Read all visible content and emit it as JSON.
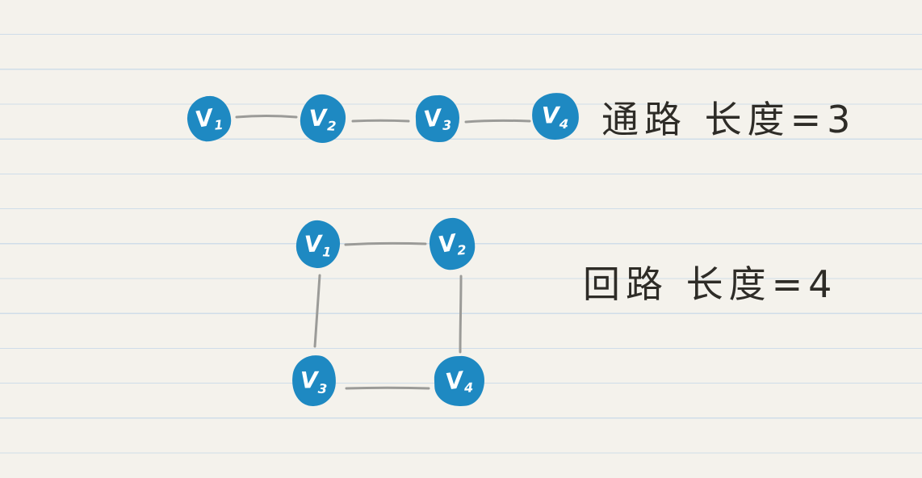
{
  "page": {
    "background_color": "#f4f2ec",
    "rule_line_color": "#cfdde9"
  },
  "colors": {
    "node_fill": "#1e89c2",
    "node_label": "#ffffff",
    "edge": "#9b9b98",
    "handwriting_text": "#2e2c27"
  },
  "path_graph": {
    "caption": "通路 长度=3",
    "nodes": [
      {
        "id": "V1",
        "label": "V",
        "sub": "1"
      },
      {
        "id": "V2",
        "label": "V",
        "sub": "2"
      },
      {
        "id": "V3",
        "label": "V",
        "sub": "3"
      },
      {
        "id": "V4",
        "label": "V",
        "sub": "4"
      }
    ],
    "edges": [
      [
        "V1",
        "V2"
      ],
      [
        "V2",
        "V3"
      ],
      [
        "V3",
        "V4"
      ]
    ],
    "edge_count": 3
  },
  "cycle_graph": {
    "caption": "回路 长度=4",
    "nodes": [
      {
        "id": "V1",
        "label": "V",
        "sub": "1"
      },
      {
        "id": "V2",
        "label": "V",
        "sub": "2"
      },
      {
        "id": "V3",
        "label": "V",
        "sub": "3"
      },
      {
        "id": "V4",
        "label": "V",
        "sub": "4"
      }
    ],
    "edges": [
      [
        "V1",
        "V2"
      ],
      [
        "V1",
        "V3"
      ],
      [
        "V2",
        "V4"
      ],
      [
        "V3",
        "V4"
      ]
    ],
    "edge_count": 4
  }
}
